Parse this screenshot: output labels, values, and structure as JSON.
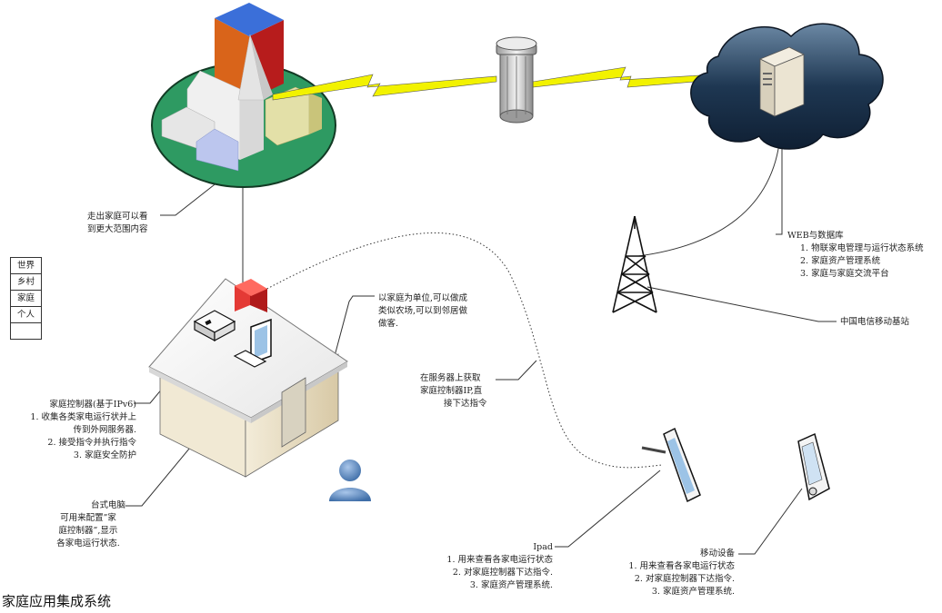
{
  "title": "家庭应用集成系统",
  "legend": [
    "世界",
    "乡村",
    "家庭",
    "个人",
    ""
  ],
  "labels": {
    "village": [
      "走出家庭可以看",
      "到更大范围内容"
    ],
    "house_note": [
      "以家庭为单位,可以做成",
      "类似农场,可以到邻居做",
      "做客."
    ],
    "server_ip": [
      "在服务器上获取",
      "家庭控制器IP,直",
      "接下达指令"
    ],
    "web_db": [
      "WEB与数据库",
      "1.  物联家电管理与运行状态系统",
      "2.  家庭资产管理系统",
      "3.  家庭与家庭交流平台"
    ],
    "base_station": "中国电信移动基站",
    "controller": [
      "家庭控制器(基于IPv6)",
      "1.  收集各类家电运行状并上",
      "传到外网服务器.",
      "2.  接受指令并执行指令",
      "3.  家庭安全防护"
    ],
    "desktop": [
      "台式电脑",
      "可用来配置”家",
      "庭控制器”,显示",
      "各家电运行状态."
    ],
    "ipad": [
      "Ipad",
      "1.  用来查看各家电运行状态",
      "2.  对家庭控制器下达指令.",
      "3.  家庭资产管理系统."
    ],
    "mobile": [
      "移动设备",
      "1.  用来查看各家电运行状态",
      "2.  对家庭控制器下达指令.",
      "3.  家庭资产管理系统."
    ]
  },
  "colors": {
    "village_ground": "#2e9a62",
    "cloud": "#1d3550",
    "lightning": "#f2f200",
    "roof": "#ffffff",
    "wall": "#e7dcc2",
    "chimney": "#d81f26",
    "person": "#4f7fb8"
  },
  "icons": [
    "village-icon",
    "firewall-icon",
    "cloud-icon",
    "server-icon",
    "tower-icon",
    "house-icon",
    "router-icon",
    "monitor-icon",
    "person-icon",
    "tablet-icon",
    "pda-icon"
  ]
}
